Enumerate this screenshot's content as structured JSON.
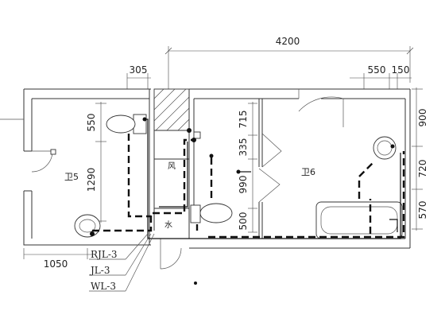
{
  "dimensions": {
    "overall_width": "4200",
    "top_left": "305",
    "top_right_a": "550",
    "top_right_b": "150",
    "left_v1": "550",
    "left_v2": "1290",
    "mid_v1": "715",
    "mid_v2": "335",
    "mid_v3": "990",
    "mid_v4": "500",
    "right_v1": "900",
    "right_v2": "720",
    "right_v3": "570",
    "bottom_left": "1050"
  },
  "rooms": {
    "left": "卫5",
    "right": "卫6",
    "shaft": "风",
    "water": "水"
  },
  "pipe_labels": [
    "RJL-3",
    "JL-3",
    "WL-3"
  ]
}
